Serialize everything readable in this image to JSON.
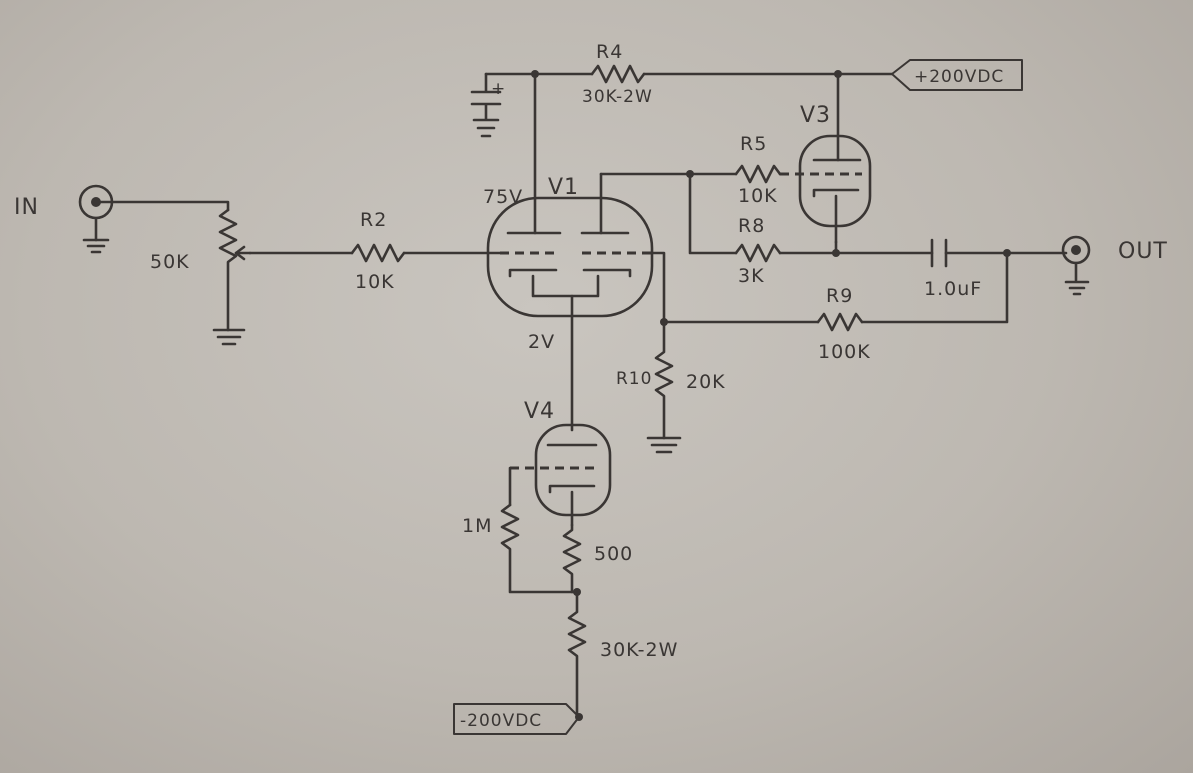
{
  "labels": {
    "input": "IN",
    "output": "OUT",
    "pot": "50K",
    "r2_name": "R2",
    "r2_value": "10K",
    "r4_name": "R4",
    "r4_value": "30K-2W",
    "r5_name": "R5",
    "r5_value": "10K",
    "r8_name": "R8",
    "r8_value": "3K",
    "r9_name": "R9",
    "r9_value": "100K",
    "r10_name": "R10",
    "r10_value": "20K",
    "cap": "1.0uF",
    "v1": "V1",
    "v3": "V3",
    "v4": "V4",
    "v1_plate_voltage": "75V",
    "v1_cathode_voltage": "2V",
    "r_1m": "1M",
    "r_500": "500",
    "r_30k_bottom": "30K-2W",
    "plus_supply": "+200VDC",
    "minus_supply": "-200VDC",
    "cap_plus": "+"
  }
}
